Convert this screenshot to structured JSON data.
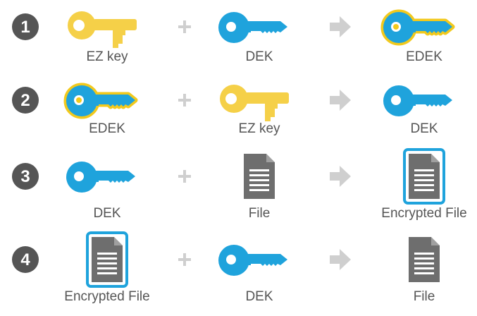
{
  "colors": {
    "ez_key": "#f5d048",
    "dek": "#1fa3dc",
    "file": "#6e6e6e",
    "edek_outline": "#f2c91c",
    "encrypted_file_outline": "#1fa3dc",
    "operator": "#cfcfcf",
    "step_circle": "#555555",
    "label": "#555555"
  },
  "steps": [
    {
      "number": "1",
      "left": {
        "icon": "ez-key-icon",
        "label": "EZ key"
      },
      "right": {
        "icon": "dek-key-icon",
        "label": "DEK"
      },
      "result": {
        "icon": "edek-key-icon",
        "label": "EDEK"
      }
    },
    {
      "number": "2",
      "left": {
        "icon": "edek-key-icon",
        "label": "EDEK"
      },
      "right": {
        "icon": "ez-key-icon",
        "label": "EZ key"
      },
      "result": {
        "icon": "dek-key-icon",
        "label": "DEK"
      }
    },
    {
      "number": "3",
      "left": {
        "icon": "dek-key-icon",
        "label": "DEK"
      },
      "right": {
        "icon": "file-icon",
        "label": "File"
      },
      "result": {
        "icon": "encrypted-file-icon",
        "label": "Encrypted File"
      }
    },
    {
      "number": "4",
      "left": {
        "icon": "encrypted-file-icon",
        "label": "Encrypted File"
      },
      "right": {
        "icon": "dek-key-icon",
        "label": "DEK"
      },
      "result": {
        "icon": "file-icon",
        "label": "File"
      }
    }
  ]
}
